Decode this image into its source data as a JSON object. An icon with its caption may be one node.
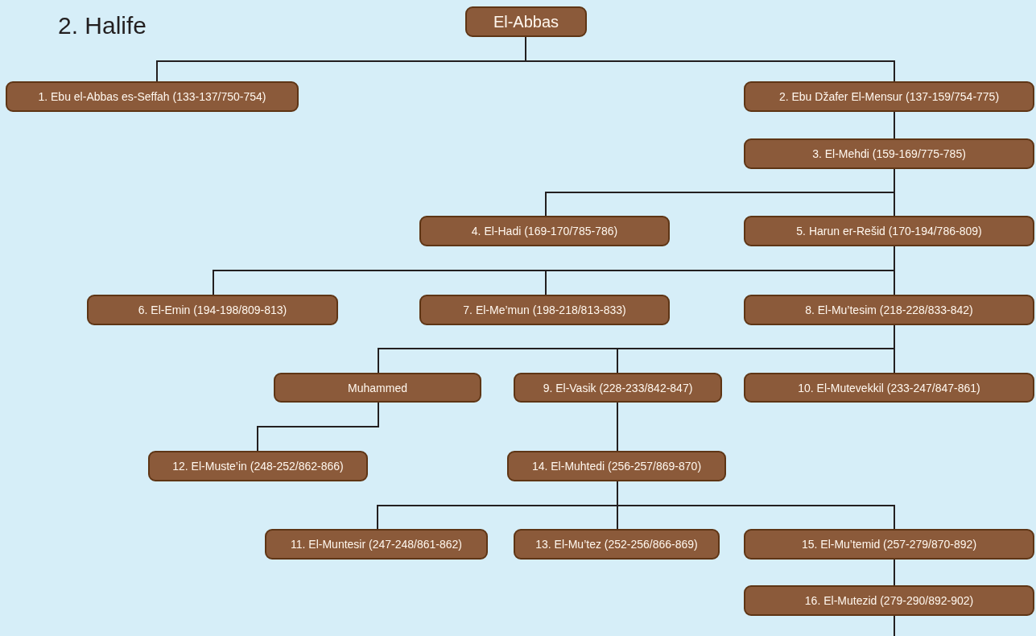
{
  "diagram": {
    "title": "2. Halife",
    "nodes": [
      {
        "text": [
          "El-Abbas"
        ]
      },
      {
        "text": [
          "1. Ebu el-Abbas es-Seffah (133-137/750-754)"
        ]
      },
      {
        "text": [
          "2. Ebu Džafer El-Mensur (137-159/754-775)"
        ]
      },
      {
        "text": [
          "3. El-Mehdi (159-169/775-785)"
        ]
      },
      {
        "text": [
          "4. El-Hadi (169-170/785-786)"
        ]
      },
      {
        "text": [
          "5. Harun er-Rešid (170-194/786-809)"
        ]
      },
      {
        "text": [
          "6. El-Emin (194-198/809-813)"
        ]
      },
      {
        "text": [
          "7. El-Me’mun (198-218/813-833)"
        ]
      },
      {
        "text": [
          "8. El-Mu’tesim (218-228/833-842)"
        ]
      },
      {
        "text": [
          "Muhammed"
        ]
      },
      {
        "text": [
          "9. El-Vasik (228-233/842-847)"
        ]
      },
      {
        "text": [
          "10. El-Mutevekkil (233-247/847-861)"
        ]
      },
      {
        "text": [
          "12. El-Muste’in (248-252/862-866)"
        ]
      },
      {
        "text": [
          "14. El-Muhtedi (256-257/869-870)"
        ]
      },
      {
        "text": [
          "11. El-Muntesir (247-248/861-862)"
        ]
      },
      {
        "text": [
          "13. El-Mu’tez (252-256/866-869)"
        ]
      },
      {
        "text": [
          "15. El-Mu’temid (257-279/870-892)"
        ]
      },
      {
        "text": [
          "16. El-Mutezid (279-290/892-902)"
        ]
      }
    ],
    "edges": [
      {
        "from": 0,
        "to": 1,
        "arrow": "none"
      },
      {
        "from": 0,
        "to": 2,
        "arrow": "none"
      },
      {
        "from": 2,
        "to": 3,
        "arrow": "none"
      },
      {
        "from": 3,
        "to": 4,
        "arrow": "none"
      },
      {
        "from": 3,
        "to": 5,
        "arrow": "none"
      },
      {
        "from": 5,
        "to": 6,
        "arrow": "none"
      },
      {
        "from": 5,
        "to": 7,
        "arrow": "none"
      },
      {
        "from": 5,
        "to": 8,
        "arrow": "none"
      },
      {
        "from": 8,
        "to": 9,
        "arrow": "none"
      },
      {
        "from": 8,
        "to": 10,
        "arrow": "none"
      },
      {
        "from": 8,
        "to": 11,
        "arrow": "none"
      },
      {
        "from": 9,
        "to": 12,
        "arrow": "none"
      },
      {
        "from": 10,
        "to": 13,
        "arrow": "none"
      },
      {
        "from": 13,
        "to": 14,
        "arrow": "none"
      },
      {
        "from": 13,
        "to": 15,
        "arrow": "none"
      },
      {
        "from": 13,
        "to": 16,
        "arrow": "none"
      },
      {
        "from": 16,
        "to": 17,
        "arrow": "none"
      },
      {
        "from": 17,
        "to": null,
        "arrow": "none"
      }
    ]
  }
}
